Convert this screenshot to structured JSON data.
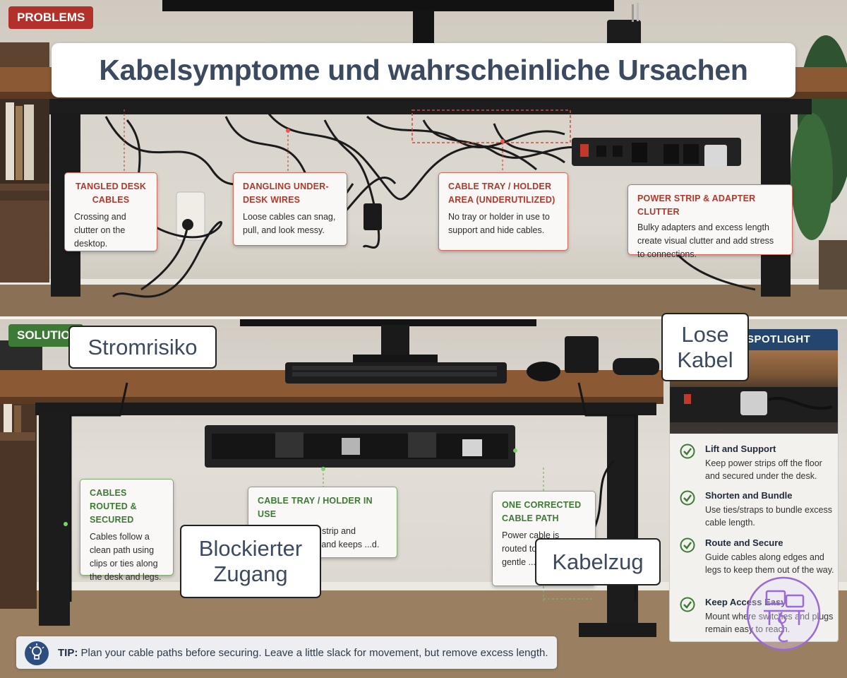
{
  "title": "Kabelsymptome und wahrscheinliche Ursachen",
  "tags": {
    "problems": "PROBLEMS",
    "solutions": "SOLUTIO"
  },
  "problems": [
    {
      "head": "TANGLED DESK CABLES",
      "body": "Crossing and clutter on the desktop."
    },
    {
      "head": "DANGLING UNDER-DESK WIRES",
      "body": "Loose cables can snag, pull, and look messy."
    },
    {
      "head": "CABLE TRAY / HOLDER AREA (UNDERUTILIZED)",
      "body": "No tray or holder in use to support and hide cables."
    },
    {
      "head": "POWER STRIP & ADAPTER CLUTTER",
      "body": "Bulky adapters and excess length create visual clutter and add stress to connections."
    }
  ],
  "solutions": [
    {
      "head": "CABLES ROUTED & SECURED",
      "body": "Cables follow a clean path using clips or ties along the desk and legs."
    },
    {
      "head": "CABLE TRAY / HOLDER IN USE",
      "body": "Supports power strip and adapters, ...gth, and keeps ...d."
    },
    {
      "head": "ONE CORRECTED CABLE PATH",
      "body": "Power cable is routed to the ou... a gentle ... secured ..."
    }
  ],
  "callouts": {
    "stromrisiko": "Stromrisiko",
    "lose_kabel": "Lose Kabel",
    "blockierter_zugang": "Blockierter Zugang",
    "kabelzug": "Kabelzug"
  },
  "spotlight": {
    "header": "SPOTLIGHT",
    "steps": [
      {
        "title": "Lift and Support",
        "desc": "Keep power strips off the floor and secured under the desk."
      },
      {
        "title": "Shorten and Bundle",
        "desc": "Use ties/straps to bundle excess cable length."
      },
      {
        "title": "Route and Secure",
        "desc": "Guide cables along edges and legs to keep them out of the way."
      },
      {
        "title": "Keep Access Easy",
        "desc": "Mount where switches and plugs remain easy to reach."
      }
    ]
  },
  "tip": {
    "label": "TIP:",
    "text": "Plan your cable paths before securing. Leave a little slack for movement, but remove excess length."
  },
  "colors": {
    "problem_red": "#b2312a",
    "solution_green": "#3c7a35",
    "title_text": "#3b4a5e",
    "spotlight_navy": "#24456e"
  }
}
